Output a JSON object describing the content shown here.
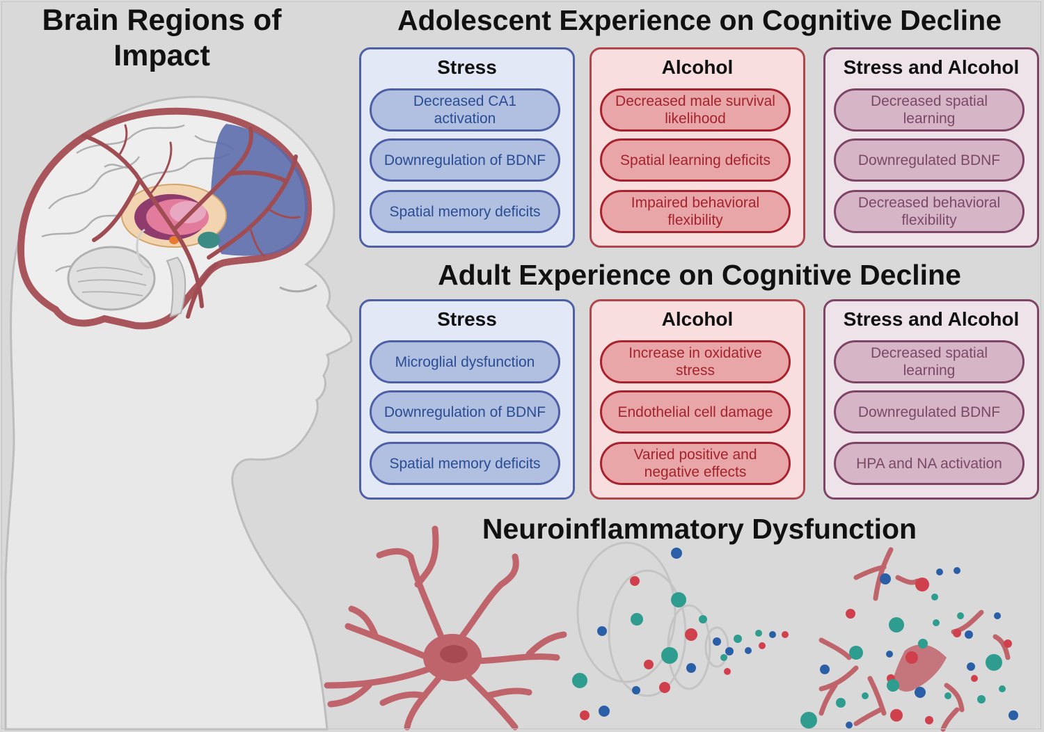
{
  "left_title": [
    "Brain Regions of",
    "Impact"
  ],
  "adolescent": {
    "title": "Adolescent Experience on Cognitive Decline",
    "panels": [
      {
        "title": "Stress",
        "items": [
          "Decreased CA1 activation",
          "Downregulation of BDNF",
          "Spatial memory deficits"
        ]
      },
      {
        "title": "Alcohol",
        "items": [
          "Decreased male survival likelihood",
          "Spatial learning deficits",
          "Impaired behavioral flexibility"
        ]
      },
      {
        "title": "Stress and Alcohol",
        "items": [
          "Decreased spatial learning",
          "Downregulated BDNF",
          "Decreased behavioral flexibility"
        ]
      }
    ]
  },
  "adult": {
    "title": "Adult Experience on Cognitive Decline",
    "panels": [
      {
        "title": "Stress",
        "items": [
          "Microglial dysfunction",
          "Downregulation of BDNF",
          "Spatial memory deficits"
        ]
      },
      {
        "title": "Alcohol",
        "items": [
          "Increase in oxidative stress",
          "Endothelial cell damage",
          "Varied positive and negative effects"
        ]
      },
      {
        "title": "Stress and Alcohol",
        "items": [
          "Decreased spatial learning",
          "Downregulated BDNF",
          "HPA and NA activation"
        ]
      }
    ]
  },
  "neuro": {
    "title": "Neuroinflammatory Dysfunction"
  },
  "colors": {
    "stress": "#4d5fa6",
    "alcohol": "#b0454b",
    "both": "#7e4466",
    "cell": "#c0646b",
    "teal_particle": "#2e9c8e",
    "blue_particle": "#2a5fa8",
    "red_particle": "#d0404c"
  }
}
